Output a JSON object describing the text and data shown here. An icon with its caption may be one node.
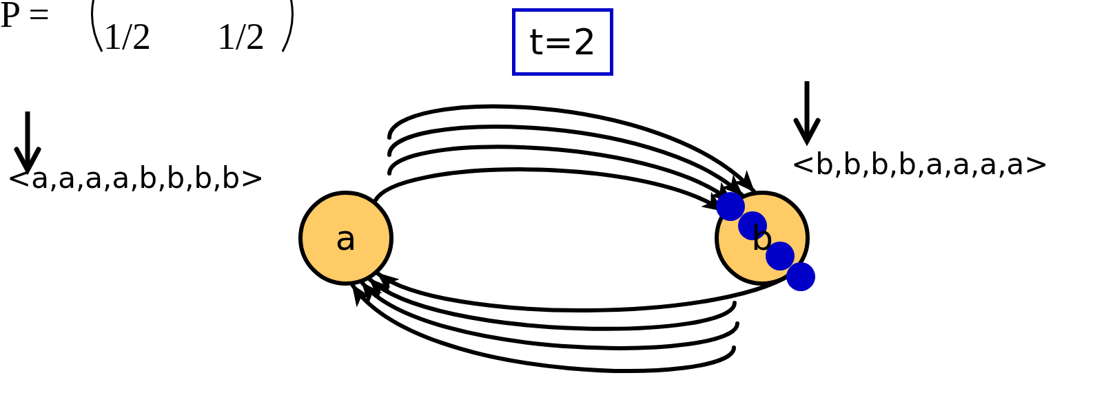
{
  "diagram": {
    "nodes": [
      {
        "text": [
          "a"
        ]
      },
      {
        "text": [
          "b"
        ]
      },
      {
        "text": [
          "t=2"
        ]
      }
    ],
    "edges": [
      {
        "from": null,
        "to": 1,
        "arrow": "to"
      },
      {
        "from": null,
        "to": 1,
        "arrow": "to"
      },
      {
        "from": null,
        "to": 1,
        "arrow": "to"
      },
      {
        "from": 0,
        "to": 1,
        "arrow": "to"
      },
      {
        "from": 1,
        "to": 0,
        "arrow": "to"
      },
      {
        "from": null,
        "to": 0,
        "arrow": "to"
      },
      {
        "from": null,
        "to": 0,
        "arrow": "to"
      },
      {
        "from": null,
        "to": 0,
        "arrow": "to"
      }
    ],
    "labels": [
      "P =",
      "1/2",
      "1/2",
      "<a,a,a,a,b,b,b,b>",
      "<b,b,b,b,a,a,a,a>"
    ]
  }
}
